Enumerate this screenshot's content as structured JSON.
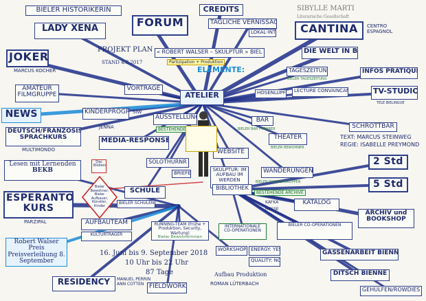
{
  "top": {
    "historikerin": "BIELER HISTORIKERIN",
    "lady_xena": "LADY XENA",
    "forum": "FORUM",
    "credits": "CREDITS",
    "vernissage": "TÄGLICHE VERNISSAGE",
    "lokal_int": "LOKAL-INT",
    "sibylle": "SIBYLLE MARTI",
    "sibylle_sub": "Literarische Gesellschaft",
    "cantina": "CANTINA",
    "centro": "CENTRO ESPAGNOL"
  },
  "left": {
    "joker": "JOKER",
    "marcus": "MARCUS KOCHER",
    "amateur": "AMATEUR FILMGRUPPE",
    "news": "NEWS",
    "sprachkurs": "DEUTSCH/FRANZÖSISCH SPRACHKURS",
    "multimondo": "MULTIMONDO",
    "lesen": "Lesen mit Lernenden",
    "bekb": "BEKB",
    "esperanto": "ESPERANTO KURS",
    "parzipal": "PARZIPAL",
    "preis": "Robert Walser Preis Preisverleihung 8. September",
    "residency": "RESIDENCY",
    "residency_sub": "MANUEL PERRIN ANN COTTEN"
  },
  "center": {
    "projekt_plan": "PROJEKT PLAN",
    "stand": "STAND 4.8.2017",
    "skulptur_biel": "« ROBERT WALSER – SKULPTUR » BIEL 2018",
    "partizipation": "Partizipation + Produktion",
    "elemente": "ELEMENTE:",
    "vortraege": "VORTRAGE",
    "atelier": "ATELIER",
    "kinderprogramm": "KINDERPROGRAMM",
    "siw": "SIW",
    "jenna": "JENNA",
    "ausstellung": "AUSSTELLUNG",
    "bestehende_archive": "BESTEHENDE ARCHIVE",
    "media_response": "MEDIA-RESPONSE",
    "website": "WEBSITE",
    "solothurnr": "SOLOTHURNR",
    "briefe": "BRIEFE",
    "schule": "SCHULE",
    "bieler_schulen": "BIELER SCHULEN",
    "skulptur_aufbau": "SKULPTUR: IM AUFBAU IM WERDEN",
    "bibliothek": "BIBLIOTHEK",
    "aufbauteam": "AUFBAUTEAM",
    "aufbauteam_sub": "KULTURTRÄGER",
    "dates": "16. Juni bis 9. September 2018",
    "hours": "10 Uhr bis 22 Uhr",
    "days": "87 Tage",
    "fieldwork": "FIELDWORK",
    "aufbau_prod": "Aufbau Produktion",
    "roman": "ROMAN LÜTERBACH",
    "bildleiste": "Das Bildlein",
    "walser_leser": "Bieler Bewohner, Bieler Aufbauer, Künstler, Kinder"
  },
  "right": {
    "die_welt": "DIE WELT IN BIEL",
    "tageszeitung": "TAGESZEITUNG",
    "bieler_tagblatt": "BIELER TAGESZEITUNG",
    "infos": "INFOS PRATIQUES",
    "hosenlupf": "HOSENLUPF",
    "lecture": "LECTURE CONVAINCANTE",
    "tv_studio": "TV-STUDIO",
    "telebielingue": "TELE BIELINGUE",
    "bar": "BAR",
    "bar_sub": "BIELER BAR FUEHRER",
    "schrottbar": "SCHROTTBAR",
    "text_marcus": "TEXT: MARCUS STEINWEG",
    "regie": "REGIE: ISABELLE PREYMOND",
    "theater": "THEATER",
    "theater_sub": "BIELER BEWOHNER",
    "wanderungen": "WANDERUNGEN",
    "wanderungen_sub": "BIELER WANDERGRUPPEN",
    "zwei_std": "2 Std",
    "fuenf_std": "5 Std",
    "kafka": "KAFKA",
    "hesse": "HESSE",
    "katalog": "KATALOG",
    "archiv": "ARCHIV und BOOKSHOP",
    "kooperationen": "INTERNATIONALE CO-OPERATIONEN",
    "bieler_koop": "BIELER CO-OPERATIONEN",
    "workshop": "WORKSHOP",
    "energy": "ENERGY: YES",
    "quality": "QUALITY: NO",
    "gassenarbeit": "GASSENARBEIT BIENNE",
    "ditsch": "DITSCH BIENNE",
    "gehulfen": "GEHULFEN/ROWDIES",
    "running_team": "RUNNING-TEAM (Frühe + Produktion, Security, Wartung)",
    "running_sub": "Bieler Bewohnerinnen"
  }
}
